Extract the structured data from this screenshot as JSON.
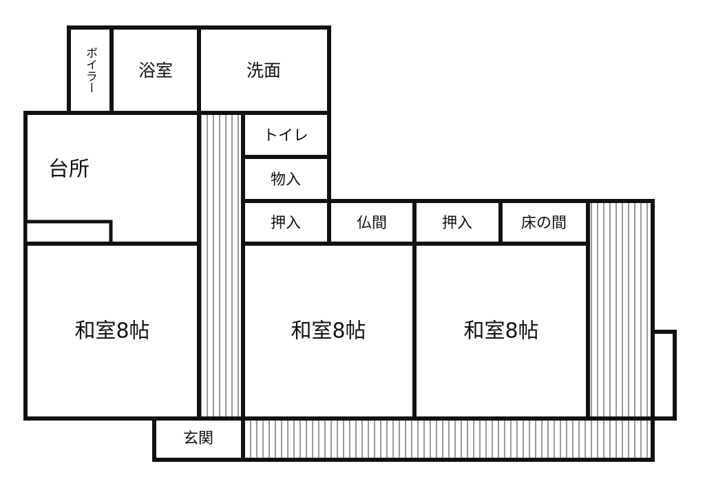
{
  "floor_plan": {
    "rooms": {
      "boiler": "ボイラー",
      "bath": "浴室",
      "washroom": "洗面",
      "toilet": "トイレ",
      "storage": "物入",
      "kitchen": "台所",
      "closet_a": "押入",
      "altar_room": "仏間",
      "closet_b": "押入",
      "tokonoma": "床の間",
      "washitsu_left": "和室8帖",
      "washitsu_center": "和室8帖",
      "washitsu_right": "和室8帖",
      "entrance": "玄関"
    },
    "colors": {
      "wall": "#111111",
      "floor": "#ffffff",
      "stripe": "#555555"
    }
  }
}
